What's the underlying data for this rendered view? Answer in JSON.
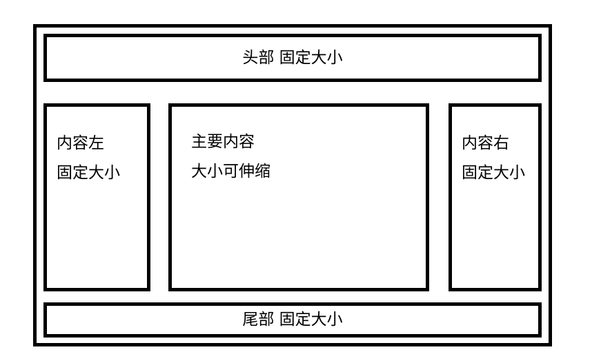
{
  "diagram": {
    "title": "holy-grail-layout-diagram",
    "colors": {
      "border": "#000000",
      "background": "#ffffff",
      "text": "#000000"
    },
    "header": {
      "label": "头部 固定大小"
    },
    "content": {
      "left": {
        "line1": "内容左",
        "line2": "固定大小"
      },
      "main": {
        "line1": "主要内容",
        "line2": "大小可伸缩"
      },
      "right": {
        "line1": "内容右",
        "line2": "固定大小"
      }
    },
    "footer": {
      "label": "尾部 固定大小"
    }
  }
}
